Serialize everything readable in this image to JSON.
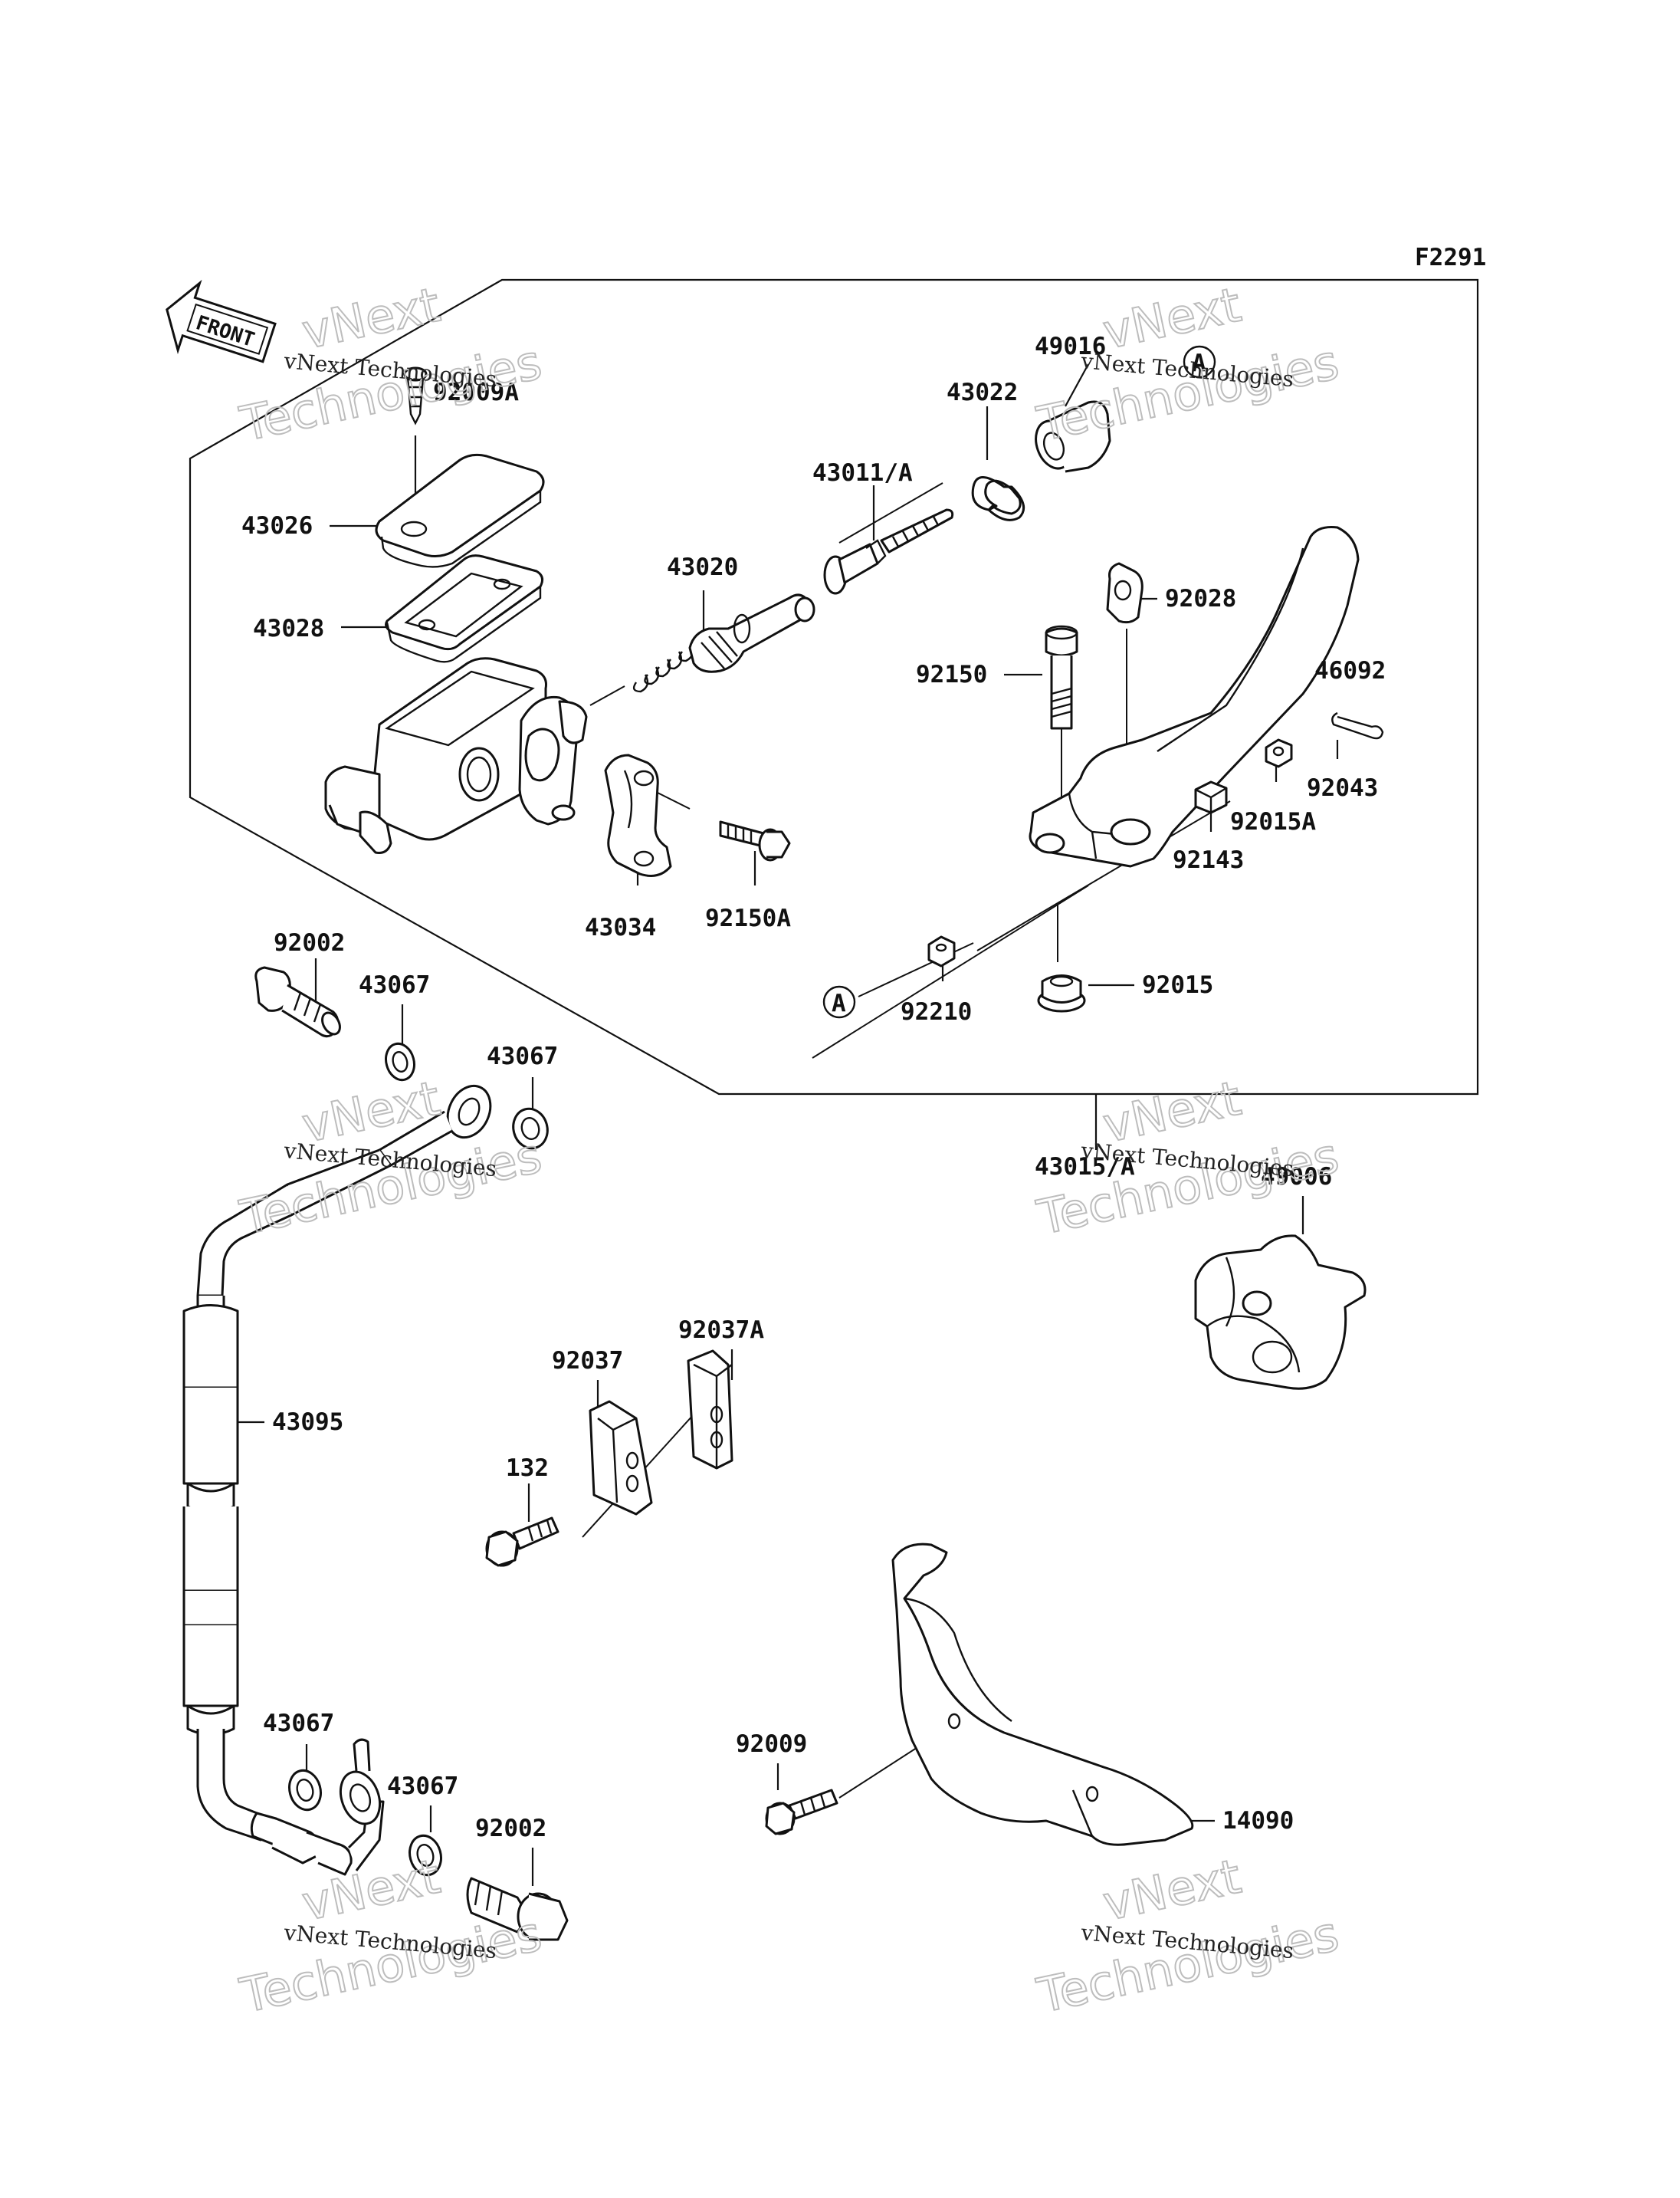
{
  "figure_code": "F2291",
  "front_label": "FRONT",
  "circle_marker": "A",
  "parts": {
    "p92009A": "92009A",
    "p43026": "43026",
    "p43028": "43028",
    "p43020": "43020",
    "p43011A": "43011/A",
    "p43022": "43022",
    "p49016": "49016",
    "p92028": "92028",
    "p92150": "92150",
    "p46092": "46092",
    "p92043": "92043",
    "p92015A": "92015A",
    "p92143": "92143",
    "p43034": "43034",
    "p92150A": "92150A",
    "p92210": "92210",
    "p92015": "92015",
    "p43015": "43015/A",
    "p92002a": "92002",
    "p43067a": "43067",
    "p43067b": "43067",
    "p49006": "49006",
    "p43095": "43095",
    "p92037A": "92037A",
    "p92037": "92037",
    "p132": "132",
    "p43067c": "43067",
    "p43067d": "43067",
    "p92002b": "92002",
    "p92009": "92009",
    "p14090": "14090"
  },
  "watermark": {
    "small": "vNext Technologies",
    "big_top": "vNext",
    "big_bottom": "Technologies"
  }
}
